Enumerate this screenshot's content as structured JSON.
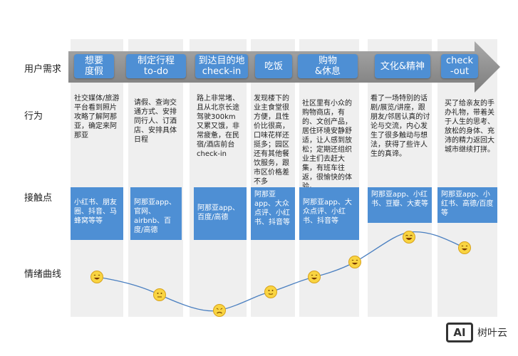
{
  "row_labels": {
    "need": "用户需求",
    "behavior": "行为",
    "touchpoint": "接触点",
    "emotion": "情绪曲线"
  },
  "stages": [
    {
      "label": "想要\n度假"
    },
    {
      "label": "制定行程\nto-do"
    },
    {
      "label": "到达目的地\ncheck-in"
    },
    {
      "label": "吃饭"
    },
    {
      "label": "购物\n&休息"
    },
    {
      "label": "文化&精神"
    },
    {
      "label": "check\n-out"
    }
  ],
  "behaviors": [
    "社交媒体/旅游平台看到照片攻略了解阿那亚，确定来阿那亚",
    "请假、查询交通方式、安排同行人、订酒店、安排具体日程",
    "路上非常堵、且从北京长途驾驶300km又累又饿，非常疲惫，在民宿/酒店前台check-in",
    "发现楼下的业主食堂很方便，且性价比很高，口味花样还挺多；园区还有其他餐饮服务，跟市区价格差不多",
    "社区里有小众的购物商店，有的、文创产品，居住环境安静舒适，让人感到放松；定期还组织业主们去赶大集，有班车往返，很愉快的体验。",
    "看了一场特别的话剧/展览/讲座，跟朋友/邻居认真的讨论与交流，内心发生了很多触动与想法，获得了些许人生的真谛。",
    "买了给亲友的手办礼物，带着关于人生的思考、放松的身体、充沛的精力返回大城市继续打拼。"
  ],
  "touchpoints": [
    "小红书、朋友圈、抖音、马蜂窝等等",
    "阿那亚app、官网、airbnb、百度/高德",
    "阿那亚app、百度/高德",
    "阿那亚app、大众点评、小红书、抖音等",
    "阿那亚app、大众点评、小红书、抖音等",
    "阿那亚app、小红书、豆瓣、大麦等",
    "阿那亚app、小红书、高德/百度等"
  ],
  "emotion_faces": [
    "happy",
    "neutral",
    "frown",
    "neutral",
    "happy",
    "happy",
    "happy",
    "happy"
  ],
  "logo": {
    "mark": "AI",
    "text": "树叶云"
  },
  "colors": {
    "stage": "#4e8fd4",
    "arrow": "#8c8c8c",
    "column": "#efefef",
    "curve": "#4a7fc0",
    "face": "#f9d441"
  }
}
